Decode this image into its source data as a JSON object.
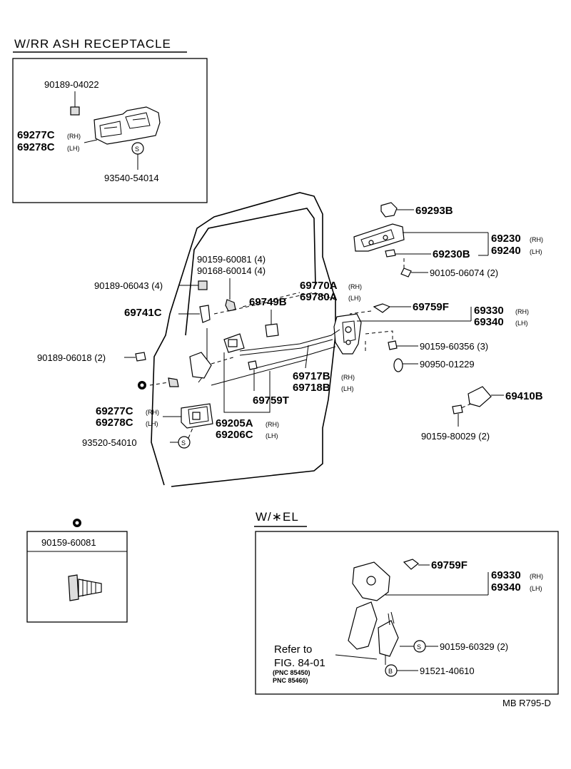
{
  "figure_id": "MB R795-D",
  "ash_receptacle": {
    "header": "W/RR ASH RECEPTACLE",
    "clip": "90189-04022",
    "knob_rh": "69277C",
    "knob_lh": "69278C",
    "rh": "(RH)",
    "lh": "(LH)",
    "screw": "93540-54014",
    "s_mark": "S"
  },
  "main": {
    "clip_top": "69293B",
    "handle_rh": "69230",
    "handle_lh": "69240",
    "rh": "(RH)",
    "lh": "(LH)",
    "handle_sub": "69230B",
    "handle_bolt": "90105-06074 (2)",
    "bolt_a": "90159-60081 (4)",
    "bolt_b": "90168-60014 (4)",
    "clip_a": "90189-06043 (4)",
    "cable_a": "69770A",
    "cable_b": "69780A",
    "clip_749": "69749B",
    "handle_741": "69741C",
    "rod_759f": "69759F",
    "lock_rh": "69330",
    "lock_lh": "69340",
    "clip_018": "90189-06018 (2)",
    "screw_356": "90159-60356 (3)",
    "plug_229": "90950-01229",
    "rod_717": "69717B",
    "rod_718": "69718B",
    "rod_759t": "69759T",
    "knob_rh": "69277C",
    "knob_lh": "69278C",
    "rh_205": "69205A",
    "lh_206": "69206C",
    "screw_010": "93520-54010",
    "s_mark": "S",
    "striker": "69410B",
    "striker_bolt": "90159-80029 (2)"
  },
  "legend": {
    "part_number": "90159-60081"
  },
  "el": {
    "header": "W/∗EL",
    "rod_759f": "69759F",
    "lock_rh": "69330",
    "lock_lh": "69340",
    "rh": "(RH)",
    "lh": "(LH)",
    "screw": "90159-60329 (2)",
    "bolt": "91521-40610",
    "s_mark": "S",
    "b_mark": "B",
    "refer": "Refer to",
    "fig": "FIG. 84-01",
    "pnc1": "(PNC 85450)",
    "pnc2": "PNC 85460)"
  }
}
